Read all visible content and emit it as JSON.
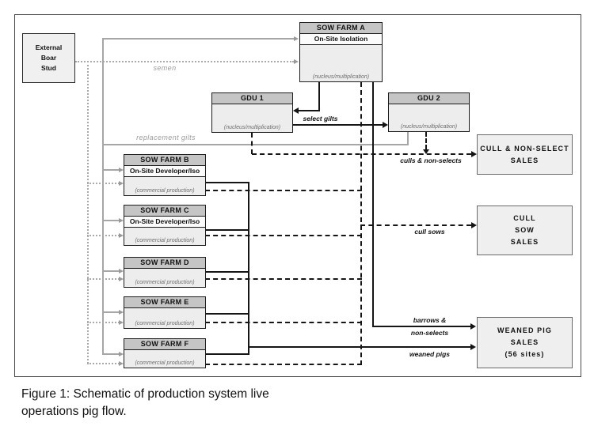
{
  "caption": "Figure 1: Schematic of production system live operations pig flow.",
  "nodes": {
    "external_boar_stud": {
      "lines": [
        "External",
        "Boar",
        "Stud"
      ]
    },
    "farm_a": {
      "title": "SOW FARM A",
      "subtitle": "On-Site Isolation",
      "note": "(nucleus/multiplication)"
    },
    "gdu1": {
      "title": "GDU 1",
      "note": "(nucleus/multiplication)"
    },
    "gdu2": {
      "title": "GDU 2",
      "note": "(nucleus/multiplication)"
    },
    "farm_b": {
      "title": "SOW FARM B",
      "subtitle": "On-Site Developer/Iso",
      "note": "(commercial production)"
    },
    "farm_c": {
      "title": "SOW FARM C",
      "subtitle": "On-Site Developer/Iso",
      "note": "(commercial production)"
    },
    "farm_d": {
      "title": "SOW FARM D",
      "note": "(commercial production)"
    },
    "farm_e": {
      "title": "SOW FARM E",
      "note": "(commercial production)"
    },
    "farm_f": {
      "title": "SOW FARM F",
      "note": "(commercial production)"
    },
    "cull_non_select_sales": {
      "lines": [
        "CULL & NON-SELECT",
        "SALES"
      ]
    },
    "cull_sow_sales": {
      "lines": [
        "CULL",
        "SOW",
        "SALES"
      ]
    },
    "weaned_pig_sales": {
      "lines": [
        "WEANED PIG",
        "SALES",
        "(56 sites)"
      ]
    }
  },
  "flow_labels": {
    "semen": "semen",
    "replacement_gilts": "replacement gilts",
    "select_gilts": "select gilts",
    "culls_non_selects": "culls & non-selects",
    "cull_sows": "cull sows",
    "barrows_line1": "barrows &",
    "barrows_line2": "non-selects",
    "weaned_pigs": "weaned pigs"
  },
  "colors": {
    "node_header": "#c5c5c5",
    "node_fill": "#ededed",
    "sales_fill": "#efefef",
    "black_flow": "#151515",
    "gray_flow": "#a6a6a6"
  }
}
